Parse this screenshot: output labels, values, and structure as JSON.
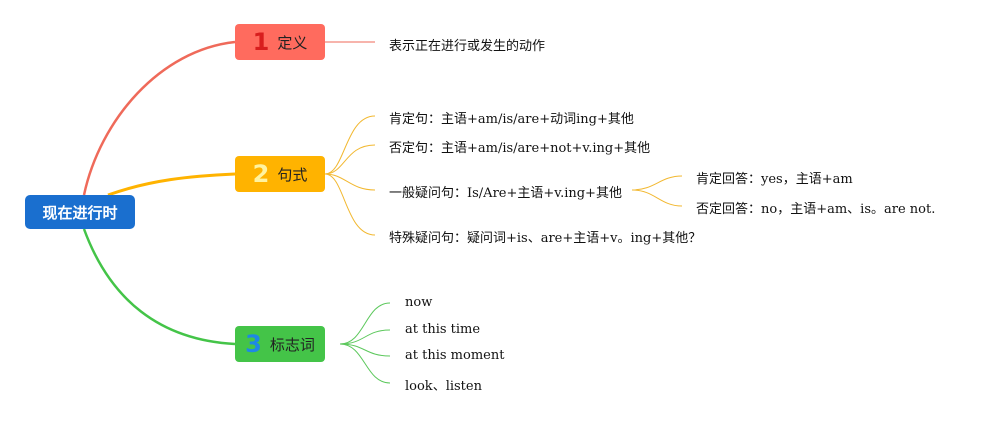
{
  "root": {
    "label": "现在进行时"
  },
  "branches": [
    {
      "number": "1",
      "label": "定义",
      "color": "#ff6b5e",
      "items": [
        {
          "text": "表示正在进行或发生的动作"
        }
      ]
    },
    {
      "number": "2",
      "label": "句式",
      "color": "#ffb300",
      "items": [
        {
          "text": "肯定句：主语+am/is/are+动词ing+其他"
        },
        {
          "text": "否定句：主语+am/is/are+not+v.ing+其他"
        },
        {
          "text": "一般疑问句：Is/Are+主语+v.ing+其他",
          "children": [
            {
              "text": "肯定回答：yes，主语+am"
            },
            {
              "text": "否定回答：no，主语+am、is。are  not."
            }
          ]
        },
        {
          "text": "特殊疑问句：疑问词+is、are+主语+v。ing+其他？"
        }
      ]
    },
    {
      "number": "3",
      "label": "标志词",
      "color": "#44c448",
      "items": [
        {
          "text": "now"
        },
        {
          "text": "at this time"
        },
        {
          "text": "at this moment"
        },
        {
          "text": "look、listen"
        }
      ]
    }
  ]
}
